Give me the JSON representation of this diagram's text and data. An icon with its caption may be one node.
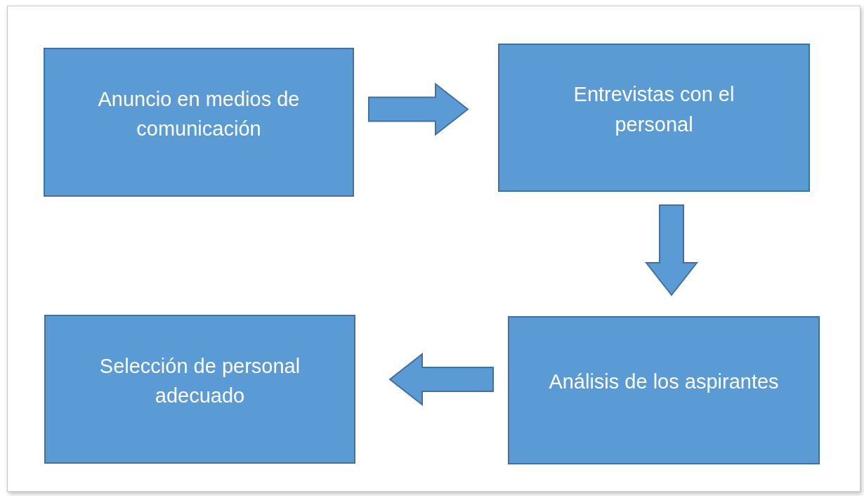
{
  "diagram": {
    "nodes": [
      {
        "text": [
          "Anuncio en medios de comunicación"
        ]
      },
      {
        "text": [
          "Entrevistas con el personal"
        ]
      },
      {
        "text": [
          "Análisis de los aspirantes"
        ]
      },
      {
        "text": [
          "Selección de personal adecuado"
        ]
      }
    ],
    "edges": [
      {
        "from": 0,
        "to": 1,
        "arrow": "to"
      },
      {
        "from": 1,
        "to": 2,
        "arrow": "to"
      },
      {
        "from": 2,
        "to": 3,
        "arrow": "to"
      }
    ]
  }
}
